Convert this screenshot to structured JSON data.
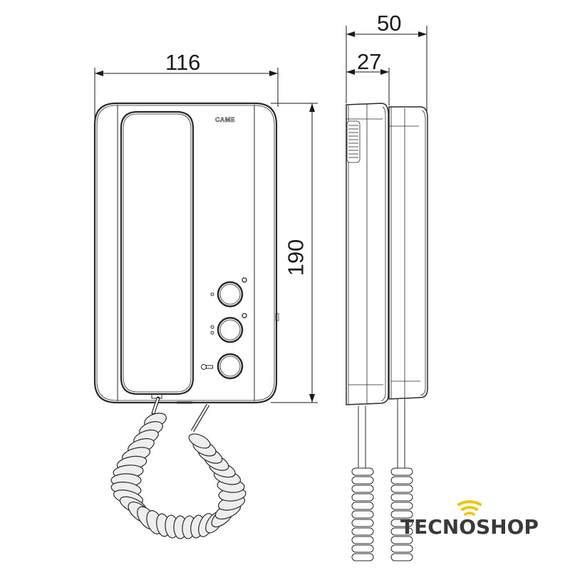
{
  "drawing": {
    "title": "Intercom handset dimensional drawing",
    "units": "mm",
    "front_view": {
      "brand_label": "CAME",
      "buttons": [
        {
          "index": 1,
          "indicator": "single-dot",
          "icon": "led-dot-icon"
        },
        {
          "index": 2,
          "indicator": "double-dot",
          "icon": "led-dot-icon"
        },
        {
          "index": 3,
          "indicator": "key",
          "icon": "key-icon"
        }
      ]
    },
    "side_view": {}
  },
  "dimensions": {
    "width": "116",
    "height": "190",
    "depth_total": "50",
    "depth_base": "27"
  },
  "logo": {
    "text": "TECNOSHOP",
    "accent_color": "#f5c400",
    "text_color": "#3a3a3a",
    "icon": "wifi-signal-icon"
  },
  "colors": {
    "line": "#2a2a2a",
    "fill": "#ffffff",
    "cord_fill": "#e6e6e6"
  }
}
